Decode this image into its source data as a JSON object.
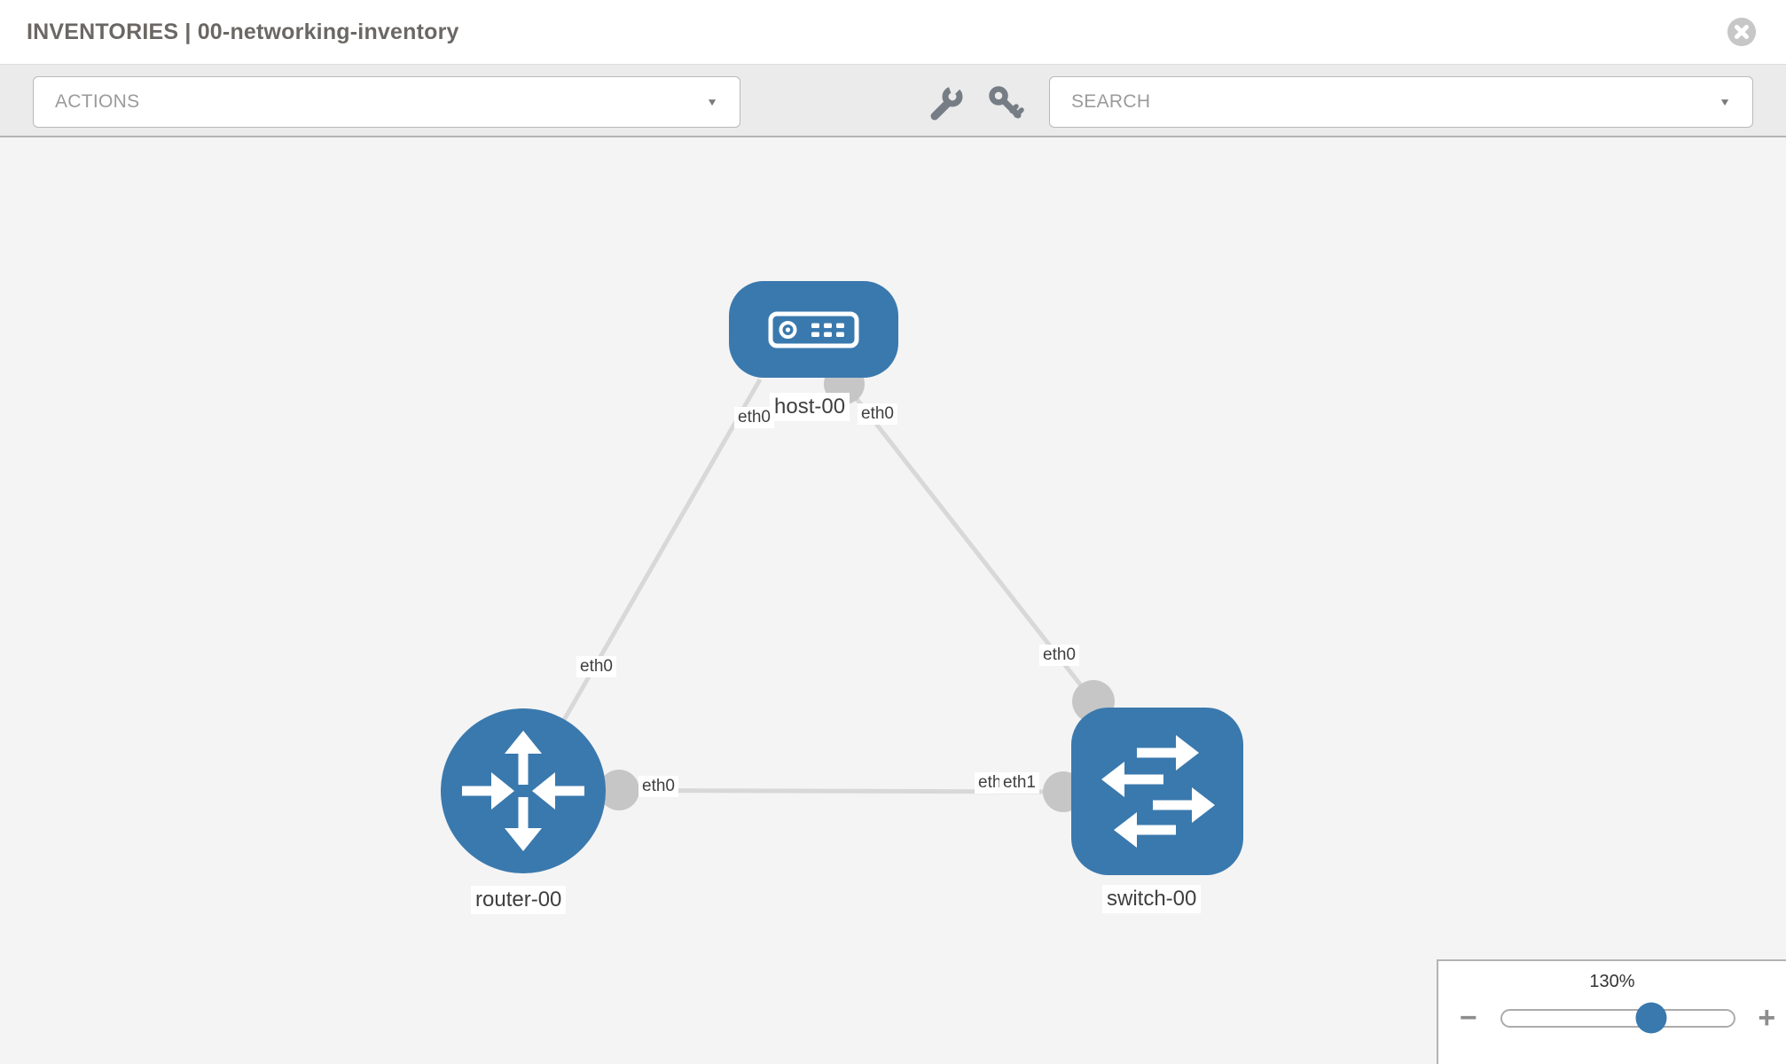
{
  "header": {
    "title": "INVENTORIES | 00-networking-inventory"
  },
  "toolbar": {
    "actions_label": "ACTIONS",
    "search_placeholder": "SEARCH",
    "caret": "▼"
  },
  "zoom_control": {
    "level": "130%",
    "minus_label": "−",
    "plus_label": "+"
  },
  "topology": {
    "nodes": [
      {
        "label": "host-00",
        "type": "host"
      },
      {
        "label": "router-00",
        "type": "router"
      },
      {
        "label": "switch-00",
        "type": "switch"
      }
    ],
    "iface_labels": [
      {
        "text": "eth0",
        "at": "host-left"
      },
      {
        "text": "eth0",
        "at": "host-right"
      },
      {
        "text": "eth0",
        "at": "router-top"
      },
      {
        "text": "eth0",
        "at": "switch-top"
      },
      {
        "text": "eth0",
        "at": "router-right"
      },
      {
        "text": "eth0",
        "at": "switch-left-under"
      },
      {
        "text": "eth1",
        "at": "switch-left"
      }
    ],
    "links": [
      {
        "from": "host-00",
        "from_iface": "eth0",
        "to": "router-00",
        "to_iface": "eth0"
      },
      {
        "from": "host-00",
        "from_iface": "eth0",
        "to": "switch-00",
        "to_iface": "eth0"
      },
      {
        "from": "router-00",
        "from_iface": "eth0",
        "to": "switch-00",
        "to_iface": "eth1"
      }
    ]
  },
  "colors": {
    "node_blue": "#3a79ae",
    "link_gray": "#d8d8d8",
    "iface_dot_gray": "#c6c6c6",
    "icon_gray": "#767d85"
  }
}
